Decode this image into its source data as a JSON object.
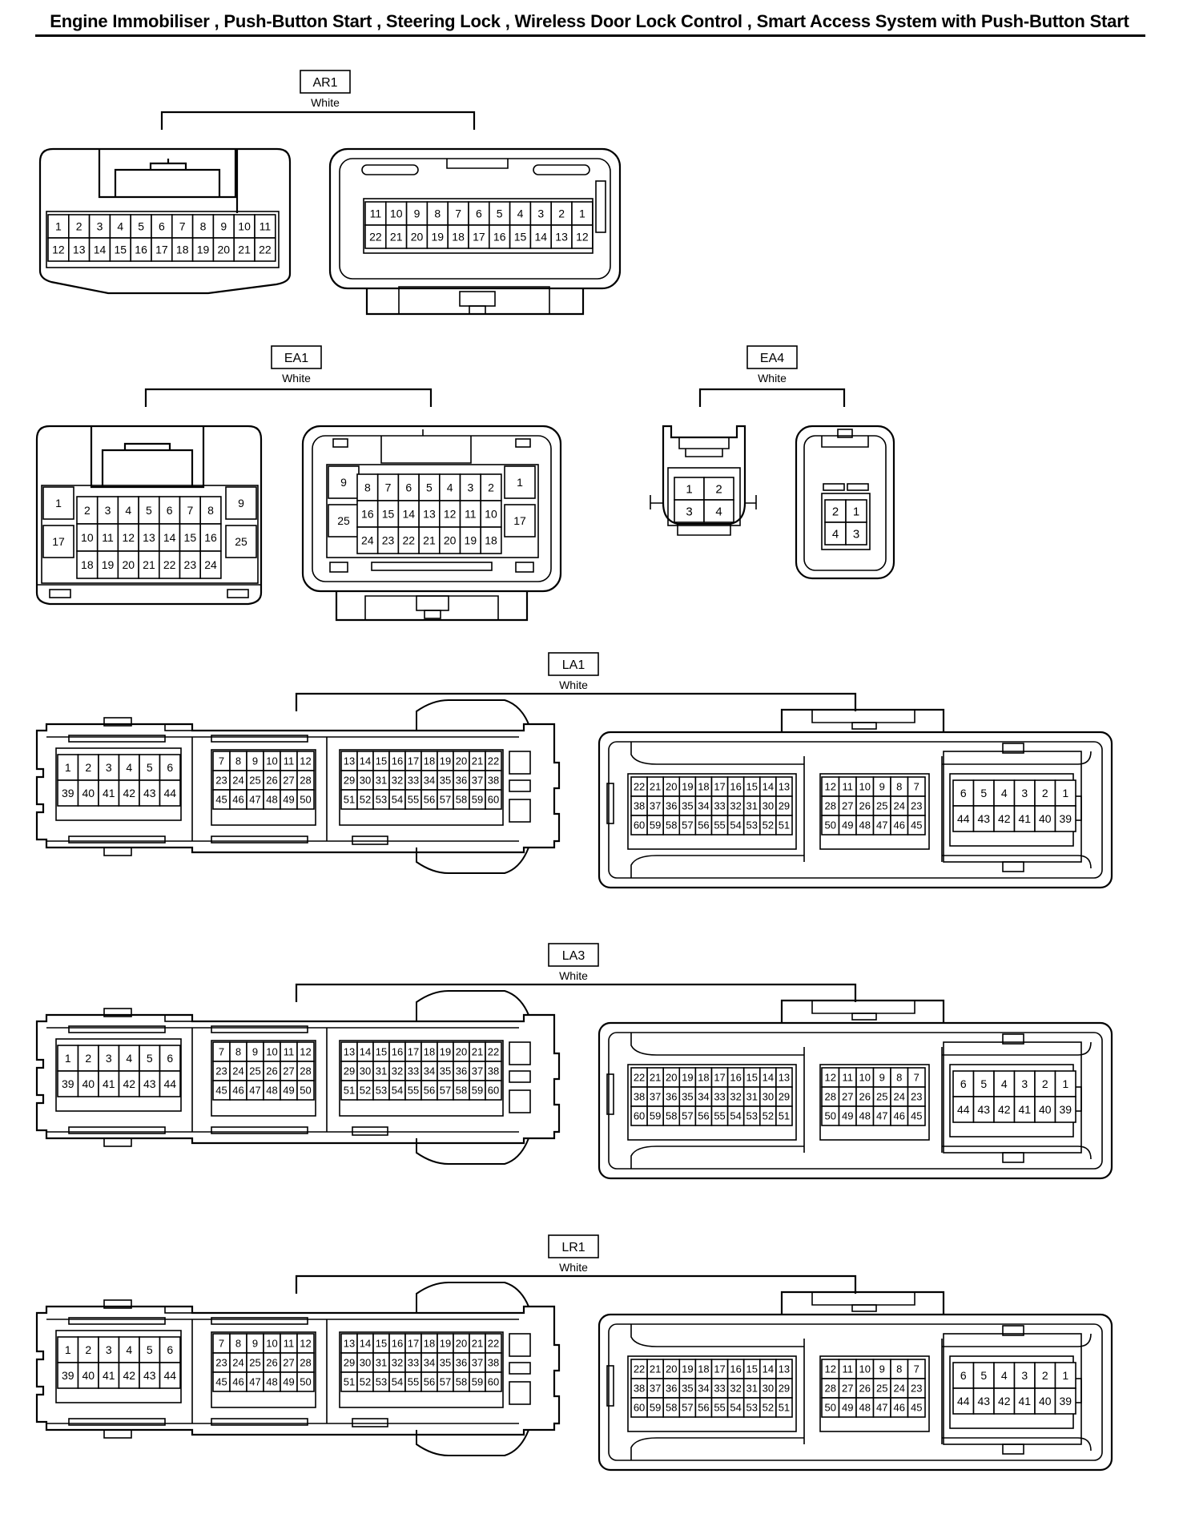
{
  "title": "Engine Immobiliser , Push-Button Start , Steering Lock , Wireless Door Lock Control , Smart Access System with Push-Button Start",
  "connectors": [
    {
      "id": "AR1",
      "color": "White"
    },
    {
      "id": "EA1",
      "color": "White"
    },
    {
      "id": "EA4",
      "color": "White"
    },
    {
      "id": "LA1",
      "color": "White"
    },
    {
      "id": "LA3",
      "color": "White"
    },
    {
      "id": "LR1",
      "color": "White"
    }
  ]
}
